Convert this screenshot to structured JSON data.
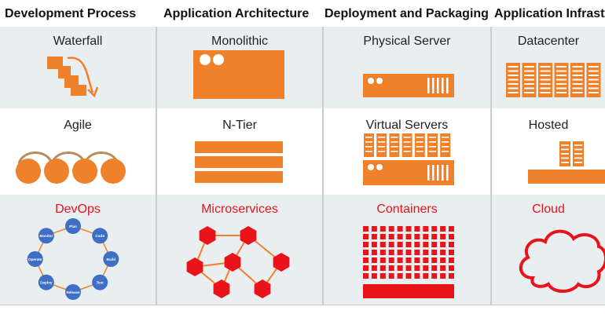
{
  "headers": [
    "Development Process",
    "Application Architecture",
    "Deployment and Packaging",
    "Application Infrast"
  ],
  "cells": {
    "waterfall": "Waterfall",
    "agile": "Agile",
    "devops": "DevOps",
    "monolithic": "Monolithic",
    "ntier": "N-Tier",
    "microservices": "Microservices",
    "physical": "Physical Server",
    "virtual": "Virtual Servers",
    "containers": "Containers",
    "datacenter": "Datacenter",
    "hosted": "Hosted",
    "cloud": "Cloud"
  },
  "devops_cycle": [
    "Plan",
    "Code",
    "Build",
    "Test",
    "Release",
    "Deploy",
    "Operate",
    "Monitor"
  ],
  "colors": {
    "orange": "#f0812b",
    "red": "#e8141a",
    "blue": "#3f6fc4",
    "band": "#e9eef1"
  }
}
